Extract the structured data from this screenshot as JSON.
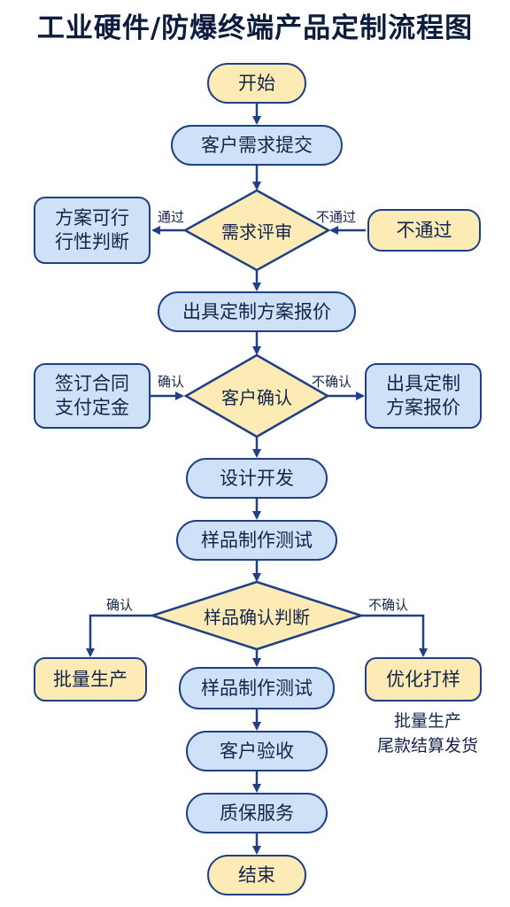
{
  "title": "工业硬件/防爆终端产品定制流程图",
  "nodes": {
    "start": "开始",
    "submit": "客户需求提交",
    "review": "需求评审",
    "feasibility_l1": "方案可行",
    "feasibility_l2": "行性判断",
    "reject": "不通过",
    "quote": "出具定制方案报价",
    "confirm": "客户确认",
    "contract_l1": "签订合同",
    "contract_l2": "支付定金",
    "requote_l1": "出具定制",
    "requote_l2": "方案报价",
    "design": "设计开发",
    "sample_test": "样品制作测试",
    "sample_judge": "样品确认判断",
    "mass": "批量生产",
    "optimize": "优化打样",
    "sample_test_2": "样品制作测试",
    "acceptance": "客户验收",
    "warranty": "质保服务",
    "end": "结束"
  },
  "labels": {
    "pass": "通过",
    "fail": "不通过",
    "confirm_left": "确认",
    "reject_right": "不确认",
    "confirm_left_2": "确认",
    "reject_right_2": "不确认"
  },
  "note": {
    "line1": "批量生产",
    "line2": "尾款结算发货"
  },
  "colors": {
    "border": "#1f3f86",
    "blue_fill": "#cfe1f7",
    "yellow_fill": "#fcebb4",
    "text": "#13254a"
  }
}
